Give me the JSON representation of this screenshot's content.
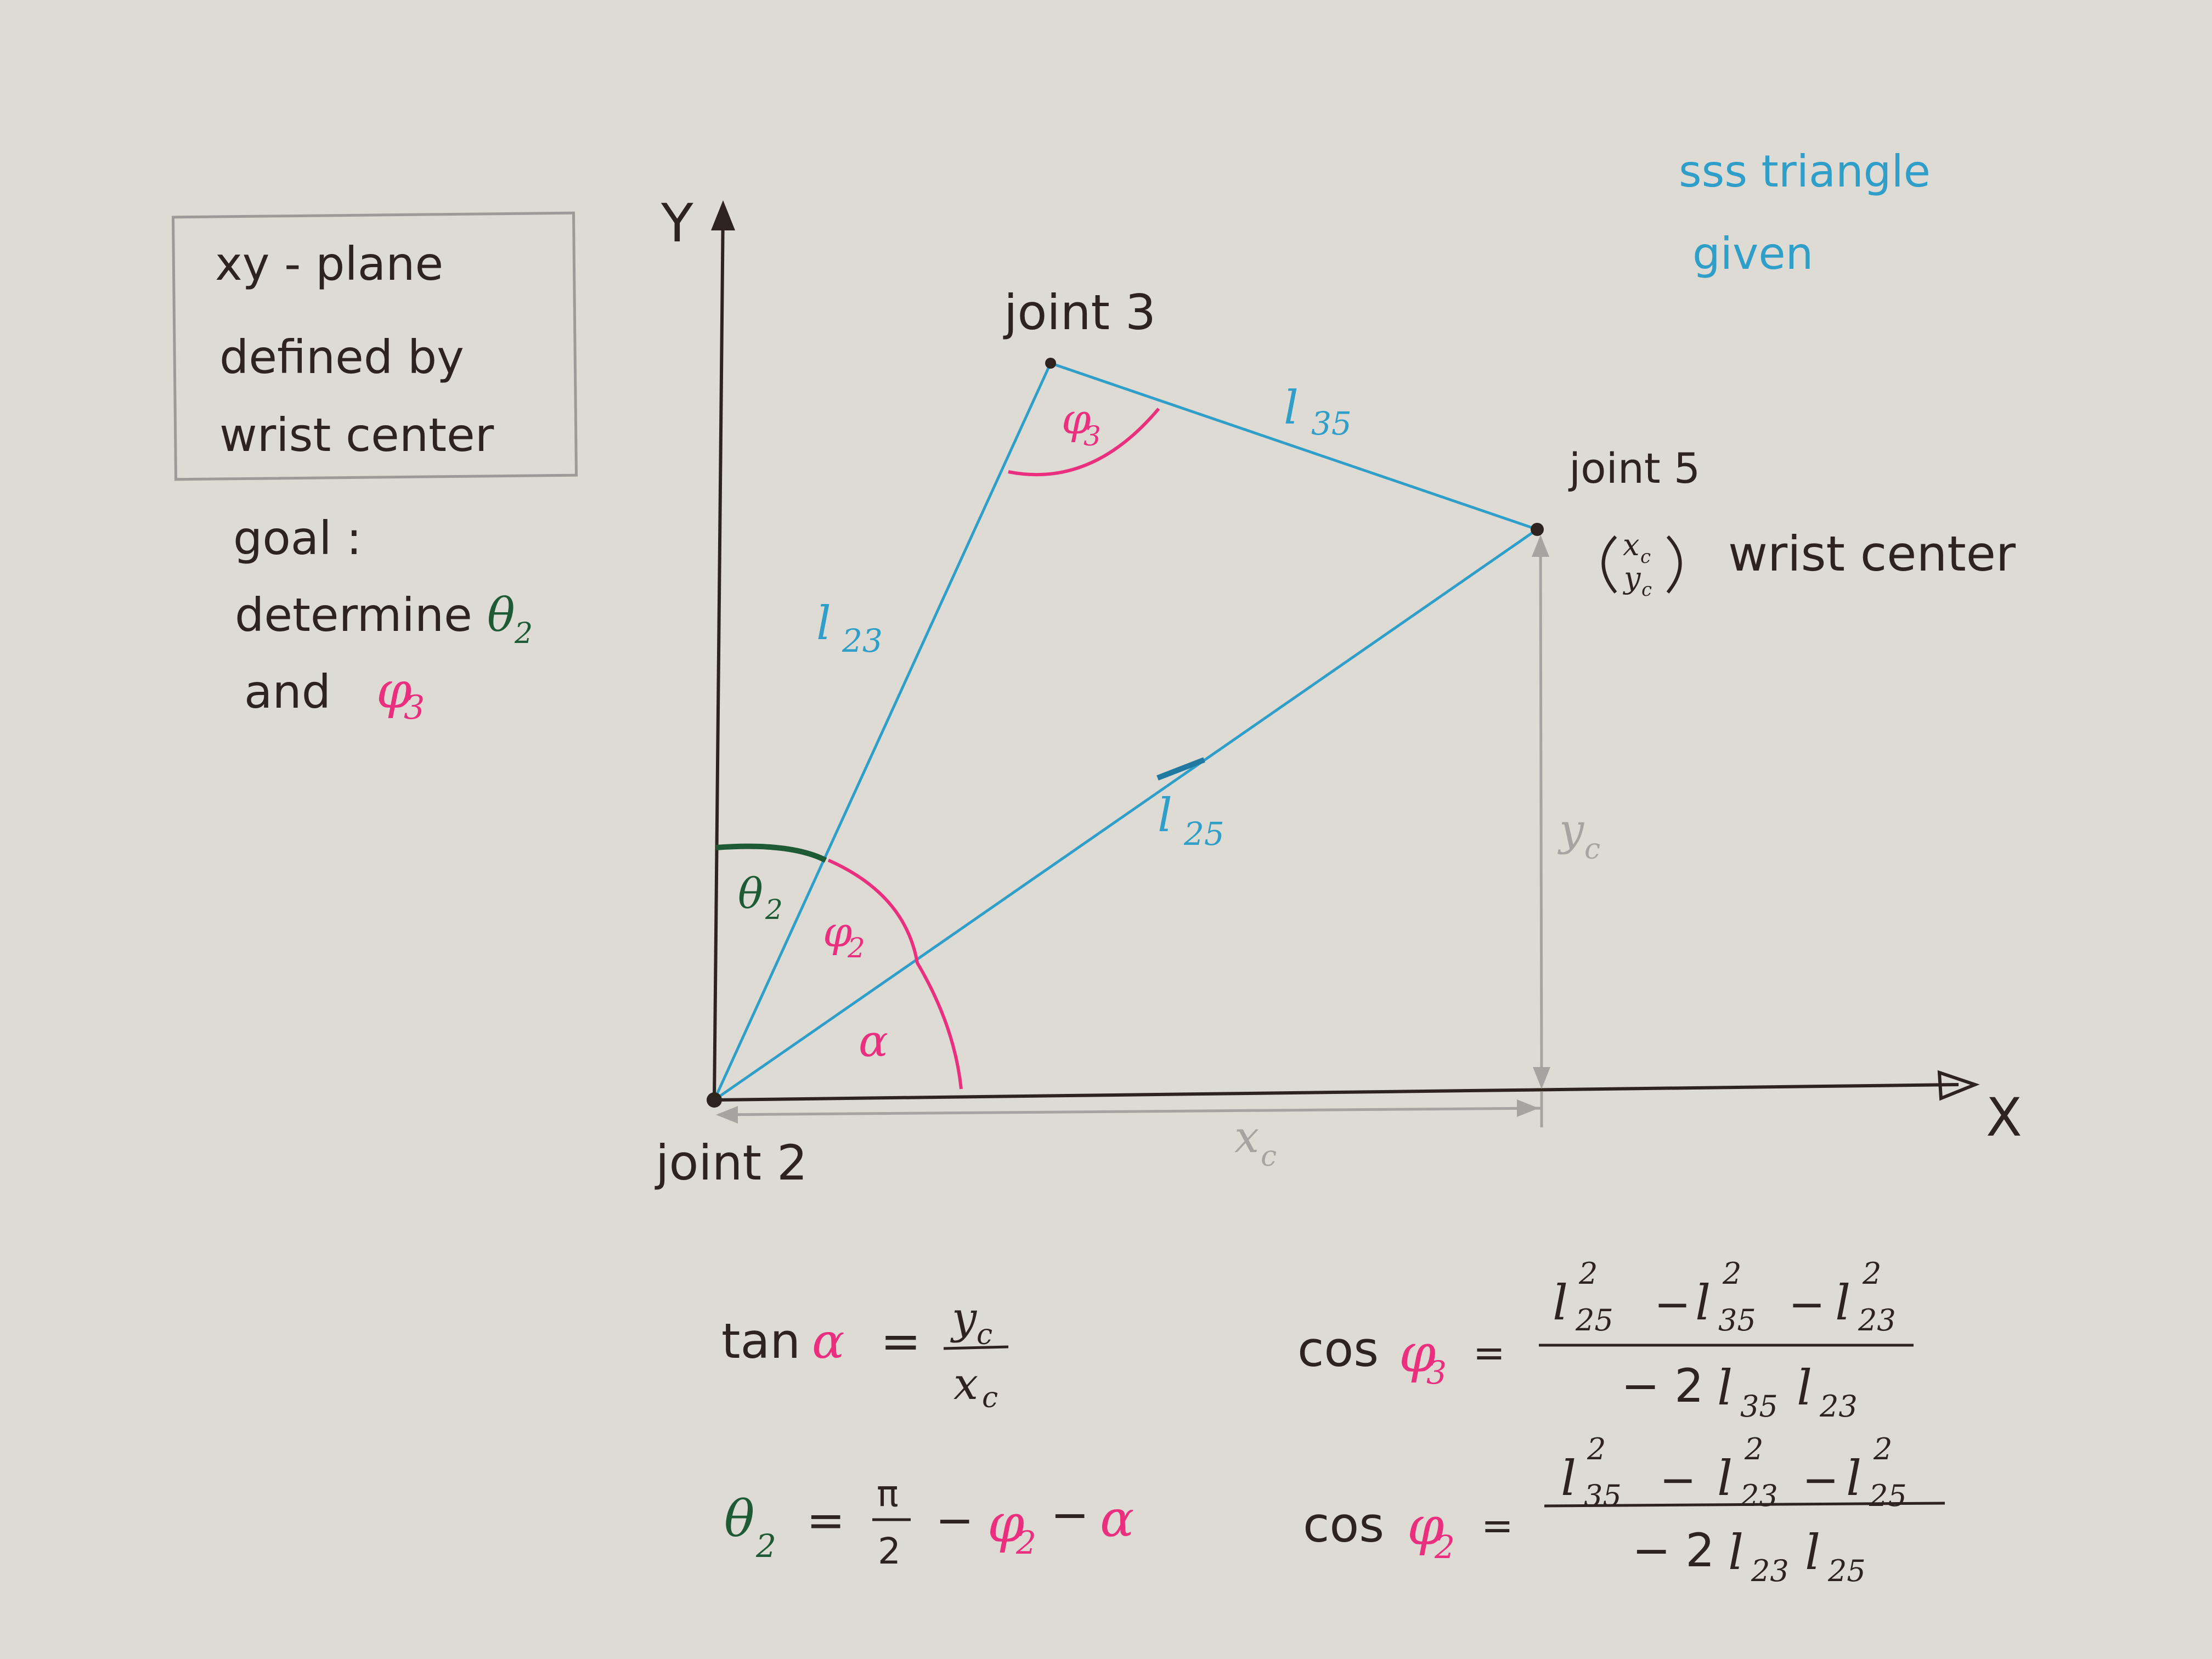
{
  "note_box": {
    "line1": "xy - plane",
    "line2": "defined by",
    "line3": "wrist center"
  },
  "goal": {
    "label": "goal :",
    "line1": "determine",
    "theta2": "θ",
    "theta2_sub": "2",
    "and_text": "and",
    "phi3": "φ",
    "phi3_sub": "3"
  },
  "sss": {
    "line1": "sss   triangle",
    "line2": "given"
  },
  "axes": {
    "x": "X",
    "y": "Y"
  },
  "joints": {
    "j2": "joint 2",
    "j3": "joint 3",
    "j5": "joint 5"
  },
  "wrist_vector": {
    "top": "x",
    "top_sub": "c",
    "bottom": "y",
    "bottom_sub": "c",
    "label": "wrist center"
  },
  "links": {
    "l35": "l",
    "l35_sub": "35",
    "l23": "l",
    "l23_sub": "23",
    "l25": "l",
    "l25_sub": "25"
  },
  "angles": {
    "phi3": "φ",
    "phi3_sub": "3",
    "phi2": "φ",
    "phi2_sub": "2",
    "theta2": "θ",
    "theta2_sub": "2",
    "alpha": "α"
  },
  "dims": {
    "xc": "x",
    "xc_sub": "c",
    "yc": "y",
    "yc_sub": "c"
  },
  "equations": {
    "tan": {
      "lhs": "tan",
      "alpha": "α",
      "eq": "=",
      "num": "y",
      "num_sub": "c",
      "den": "x",
      "den_sub": "c"
    },
    "theta": {
      "theta": "θ",
      "theta_sub": "2",
      "eq": "=",
      "pi": "π",
      "two": "2",
      "minus1": "−",
      "phi": "φ",
      "phi_sub": "2",
      "minus2": "−",
      "alpha": "α"
    },
    "cos3": {
      "cos": "cos",
      "phi": "φ",
      "phi_sub": "3",
      "eq": "=",
      "n1": "l",
      "n1_sub": "25",
      "n1_sup": "2",
      "m1": "−",
      "n2": "l",
      "n2_sub": "35",
      "n2_sup": "2",
      "m2": "−",
      "n3": "l",
      "n3_sub": "23",
      "n3_sup": "2",
      "den_coef": "− 2",
      "d1": "l",
      "d1_sub": "35",
      "d2": "l",
      "d2_sub": "23"
    },
    "cos2": {
      "cos": "cos",
      "phi": "φ",
      "phi_sub": "2",
      "eq": "=",
      "n1": "l",
      "n1_sub": "35",
      "n1_sup": "2",
      "m1": "−",
      "n2": "l",
      "n2_sub": "23",
      "n2_sup": "2",
      "m2": "−",
      "n3": "l",
      "n3_sub": "25",
      "n3_sup": "2",
      "den_coef": "− 2",
      "d1": "l",
      "d1_sub": "23",
      "d2": "l",
      "d2_sub": "25"
    }
  },
  "colors": {
    "ink": "#2e241e",
    "link_blue": "#2f9ec8",
    "angle_pink": "#ea2f7f",
    "theta_green": "#1d5a35",
    "pencil_grey": "#a6a4a0"
  }
}
